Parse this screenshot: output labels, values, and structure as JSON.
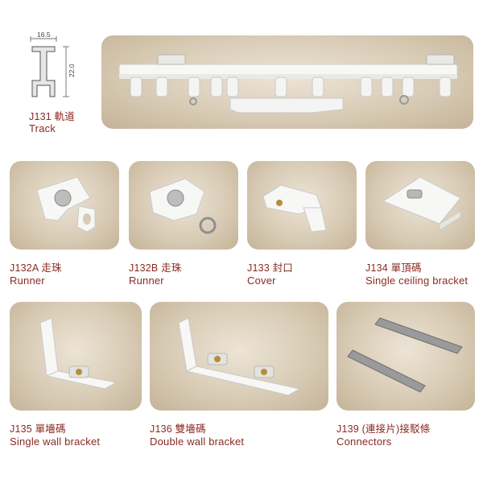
{
  "profile": {
    "width_label": "16.5",
    "height_label": "22.0"
  },
  "track": {
    "code": "J131 軌道",
    "name": "Track"
  },
  "products": [
    {
      "code": "J132A 走珠",
      "name": "Runner"
    },
    {
      "code": "J132B 走珠",
      "name": "Runner"
    },
    {
      "code": "J133 封口",
      "name": "Cover"
    },
    {
      "code": "J134  單頂碼",
      "name": "Single ceiling bracket"
    },
    {
      "code": "J135  單墻碼",
      "name": "Single wall bracket"
    },
    {
      "code": "J136 雙墻碼",
      "name": "Double wall bracket"
    },
    {
      "code": "J139 (連接片)接駁條",
      "name": "Connectors"
    }
  ],
  "colors": {
    "label_red": "#8a2a22",
    "photo_bg": "#d9ccb6",
    "part_white": "#f7f7f5"
  }
}
